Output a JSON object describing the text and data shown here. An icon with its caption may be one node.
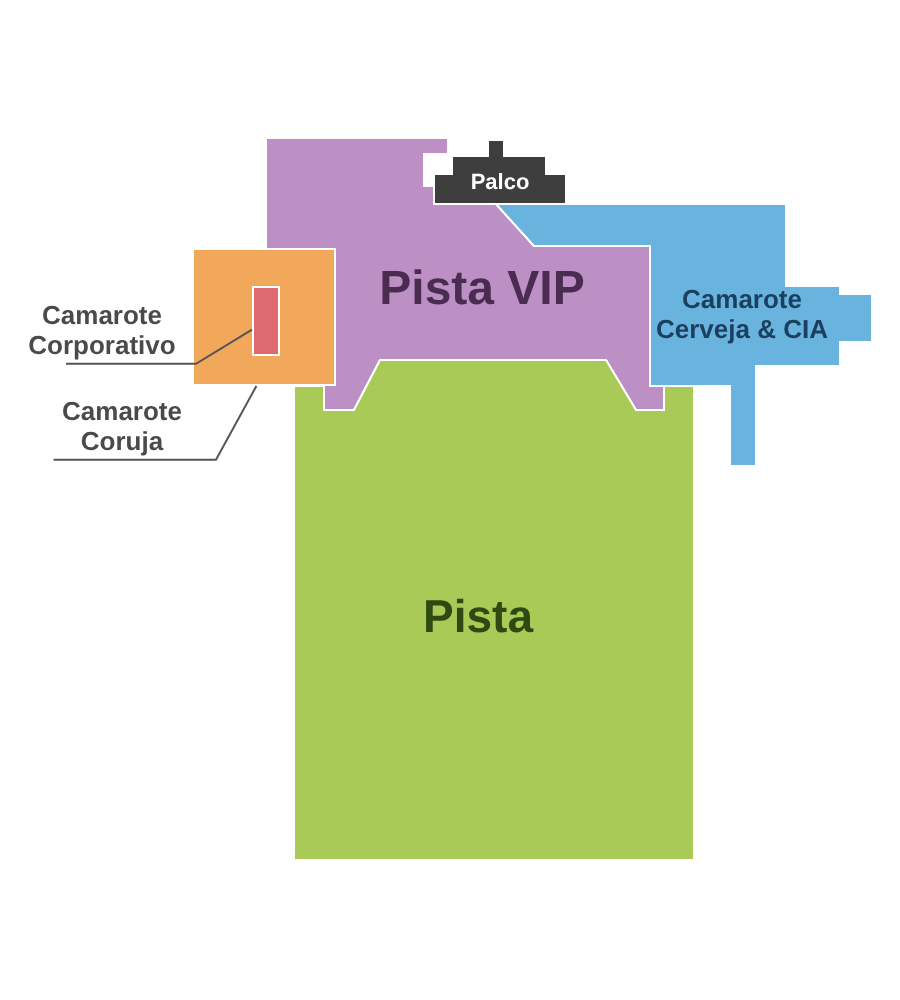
{
  "diagram": {
    "nodes": [
      {
        "text": [
          "Palco"
        ]
      },
      {
        "text": [
          "Pista VIP"
        ]
      },
      {
        "text": [
          "Camarote Corporativo"
        ]
      },
      {
        "text": [],
        "shape": "box"
      },
      {
        "text": [],
        "shape": "box",
        "in": 3
      },
      {
        "text": [
          "Camarote Coruja"
        ]
      },
      {
        "text": [
          "Camarote Cerveja & CIA"
        ]
      },
      {
        "text": [
          "Pista"
        ]
      }
    ],
    "edges": [
      {
        "from": 2,
        "to": 4,
        "arrow": "none"
      },
      {
        "from": 5,
        "to": 3,
        "arrow": "none"
      }
    ]
  }
}
